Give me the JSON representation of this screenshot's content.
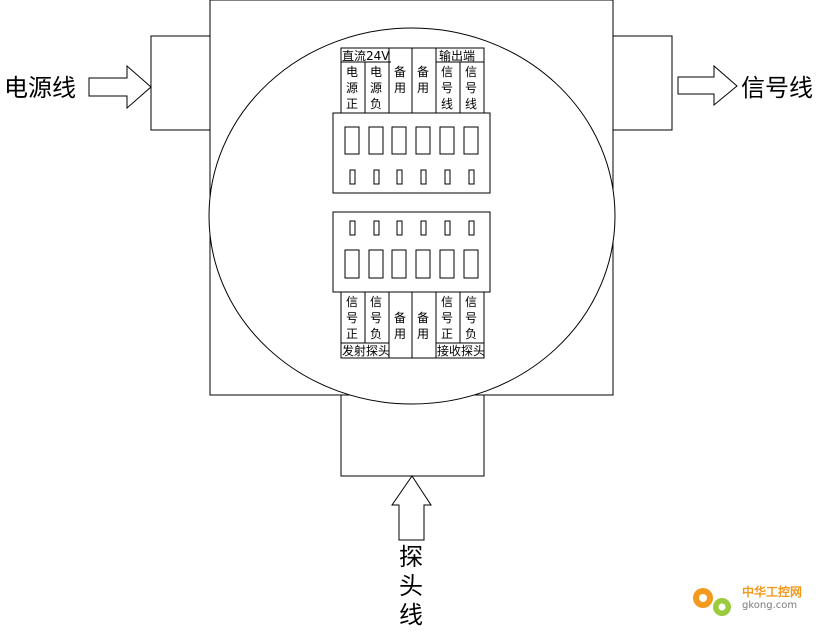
{
  "diagram": {
    "left_label": "电源线",
    "right_label": "信号线",
    "bottom_label": [
      "探",
      "头",
      "线"
    ],
    "top_block": {
      "header_left": "直流24V",
      "header_right": "输出端",
      "columns": [
        [
          "电",
          "源",
          "正"
        ],
        [
          "电",
          "源",
          "负"
        ],
        [
          "备",
          "用"
        ],
        [
          "备",
          "用"
        ],
        [
          "信",
          "号",
          "线"
        ],
        [
          "信",
          "号",
          "线"
        ]
      ]
    },
    "bottom_block": {
      "footer_left": "发射探头",
      "footer_right": "接收探头",
      "columns": [
        [
          "信",
          "号",
          "正"
        ],
        [
          "信",
          "号",
          "负"
        ],
        [
          "备",
          "用"
        ],
        [
          "备",
          "用"
        ],
        [
          "信",
          "号",
          "正"
        ],
        [
          "信",
          "号",
          "负"
        ]
      ]
    }
  },
  "watermark": {
    "text": "中华工控网",
    "url": "gkong.com"
  },
  "colors": {
    "line": "#000000",
    "watermark_orange": "#f39a1e",
    "watermark_green": "#9acb3c"
  }
}
